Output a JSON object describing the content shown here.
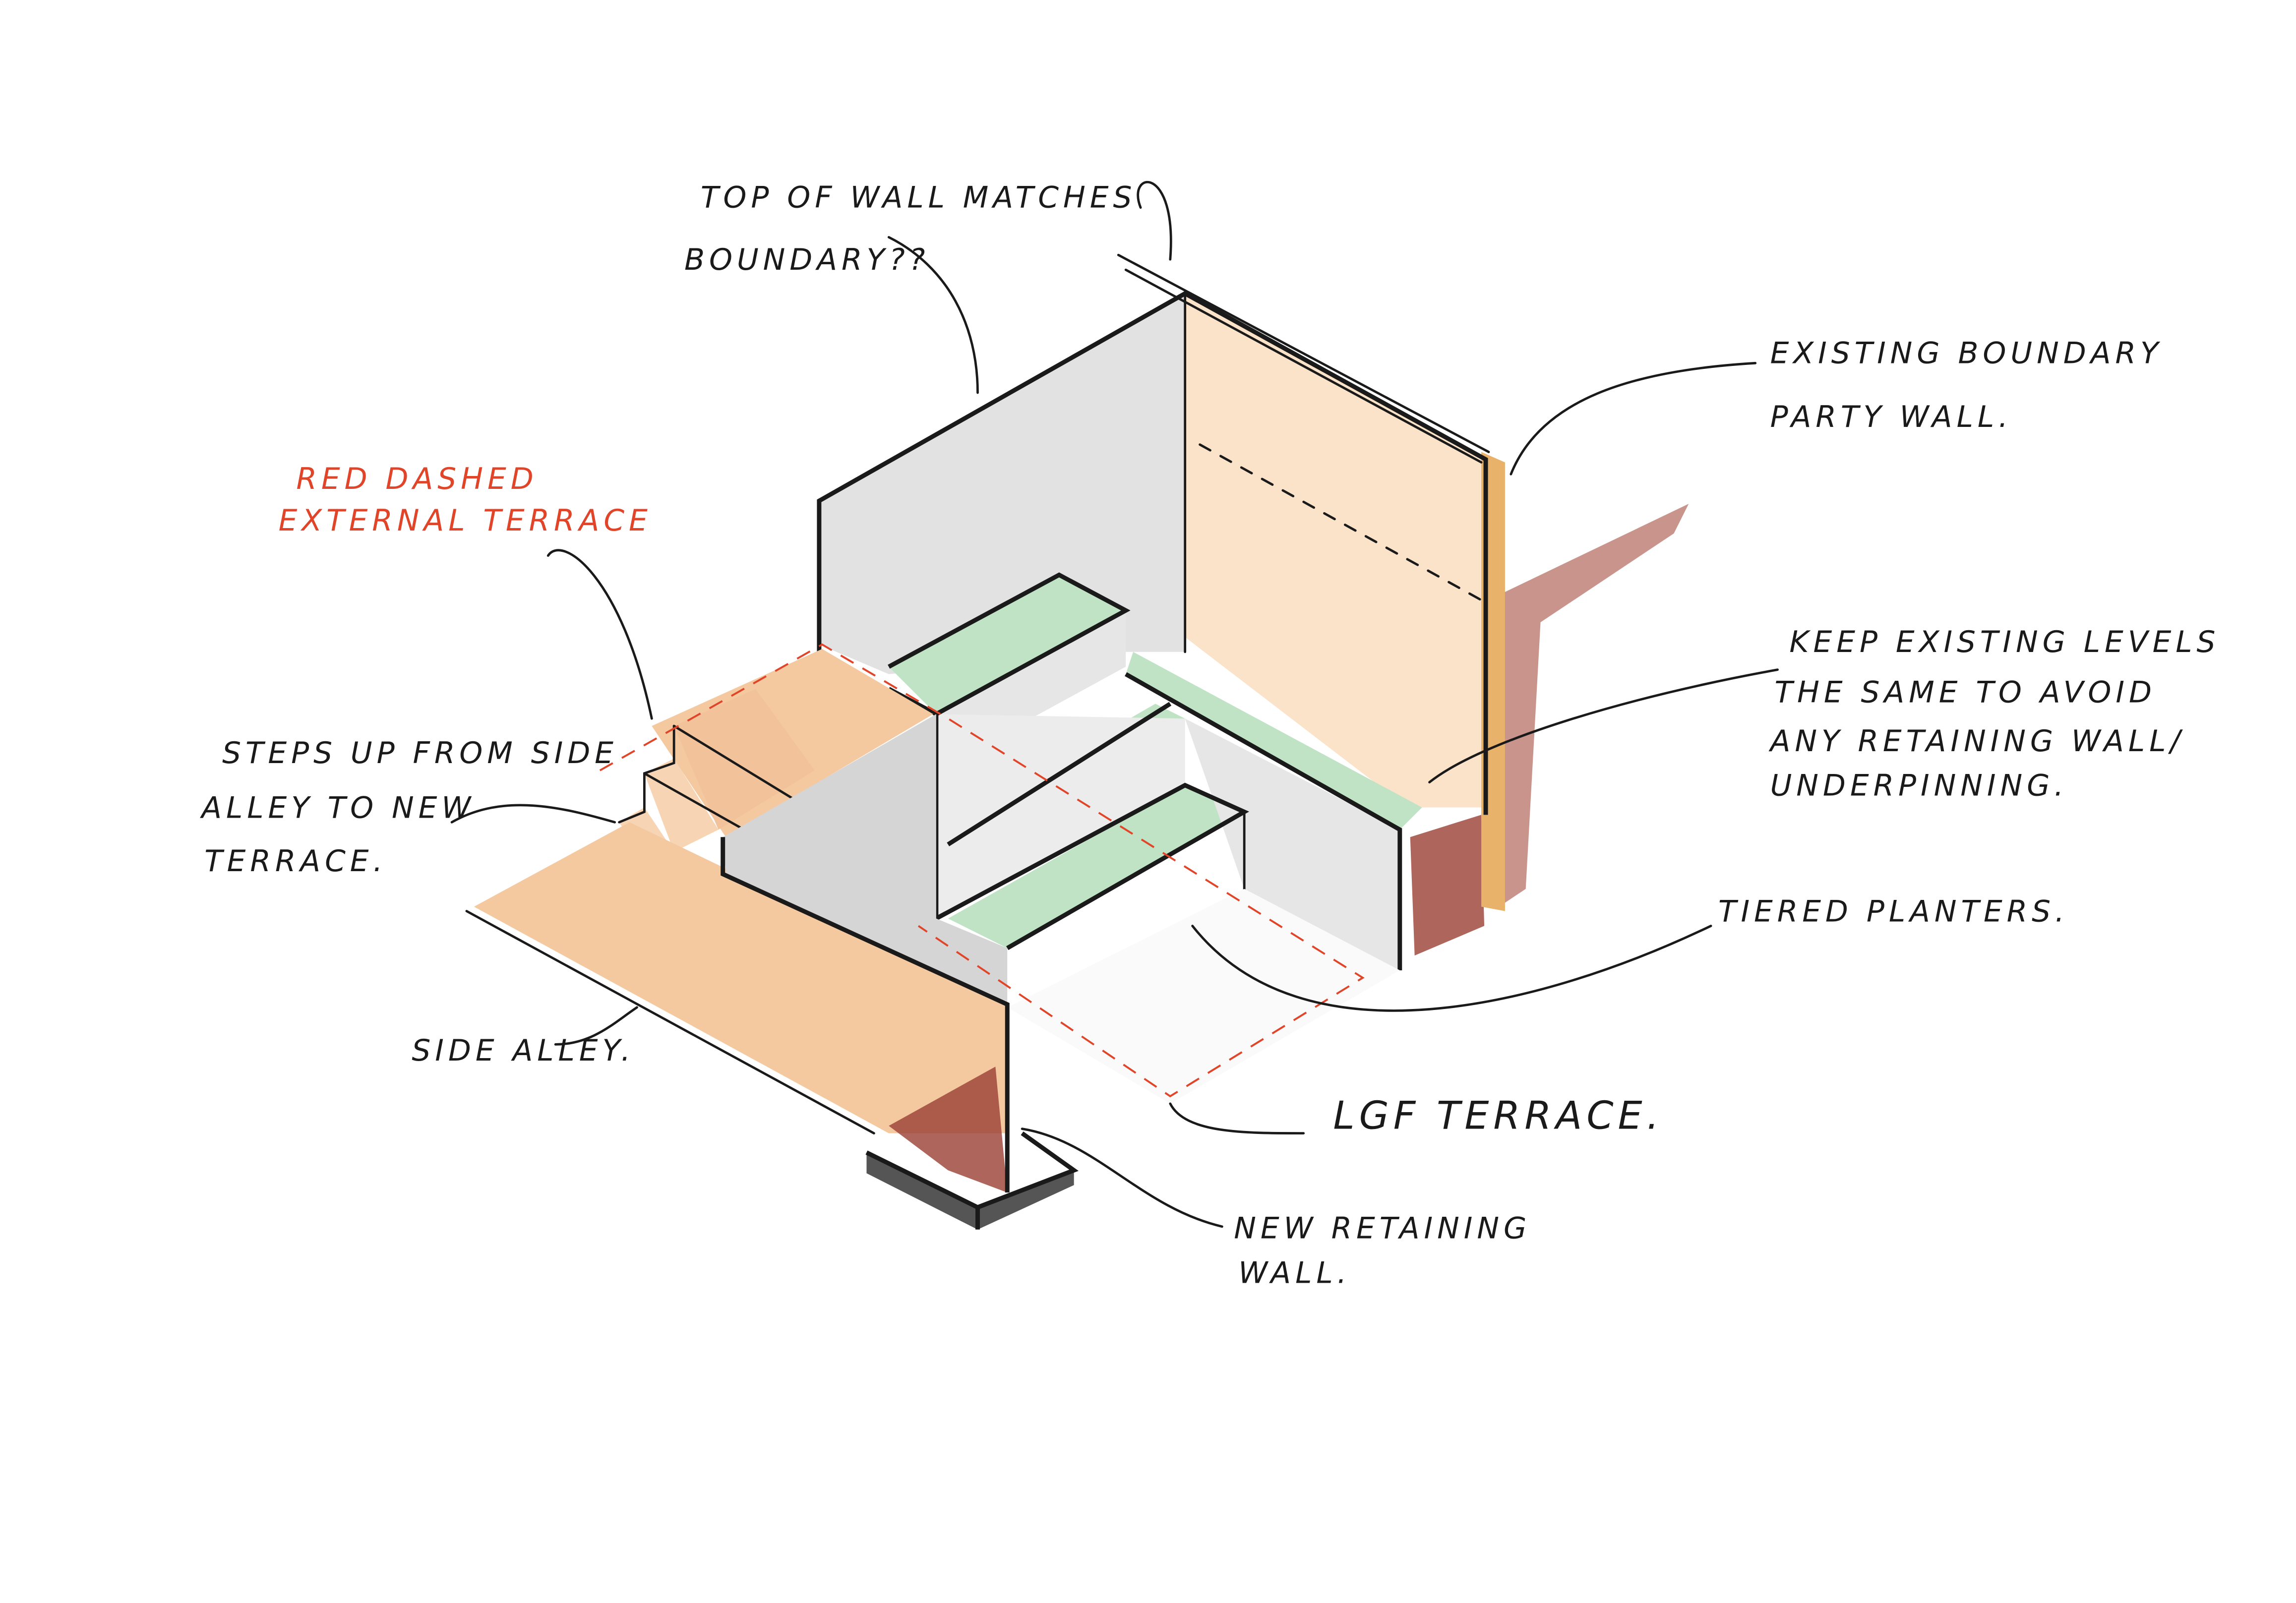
{
  "colors": {
    "ink": "#1a1a1a",
    "red": "#e0452a",
    "orange": "#f5c9a0",
    "green": "#bfe3c4",
    "grey": "#d9d9d9",
    "brown": "#8e3a2e"
  },
  "annotations": {
    "top_of_wall": [
      "TOP OF WALL MATCHES",
      "BOUNDARY??"
    ],
    "existing_boundary": [
      "EXISTING BOUNDARY",
      "PARTY WALL."
    ],
    "red_dashed": [
      "RED DASHED",
      "EXTERNAL TERRACE"
    ],
    "keep_levels": [
      "KEEP EXISTING LEVELS",
      "THE SAME TO AVOID",
      "ANY RETAINING WALL/",
      "UNDERPINNING."
    ],
    "steps_up": [
      "STEPS UP FROM SIDE",
      "ALLEY TO NEW",
      "TERRACE."
    ],
    "tiered_planters": "TIERED PLANTERS.",
    "side_alley": "SIDE ALLEY.",
    "lgf_terrace": "LGF TERRACE.",
    "new_retaining_wall": [
      "NEW RETAINING",
      "WALL."
    ]
  }
}
